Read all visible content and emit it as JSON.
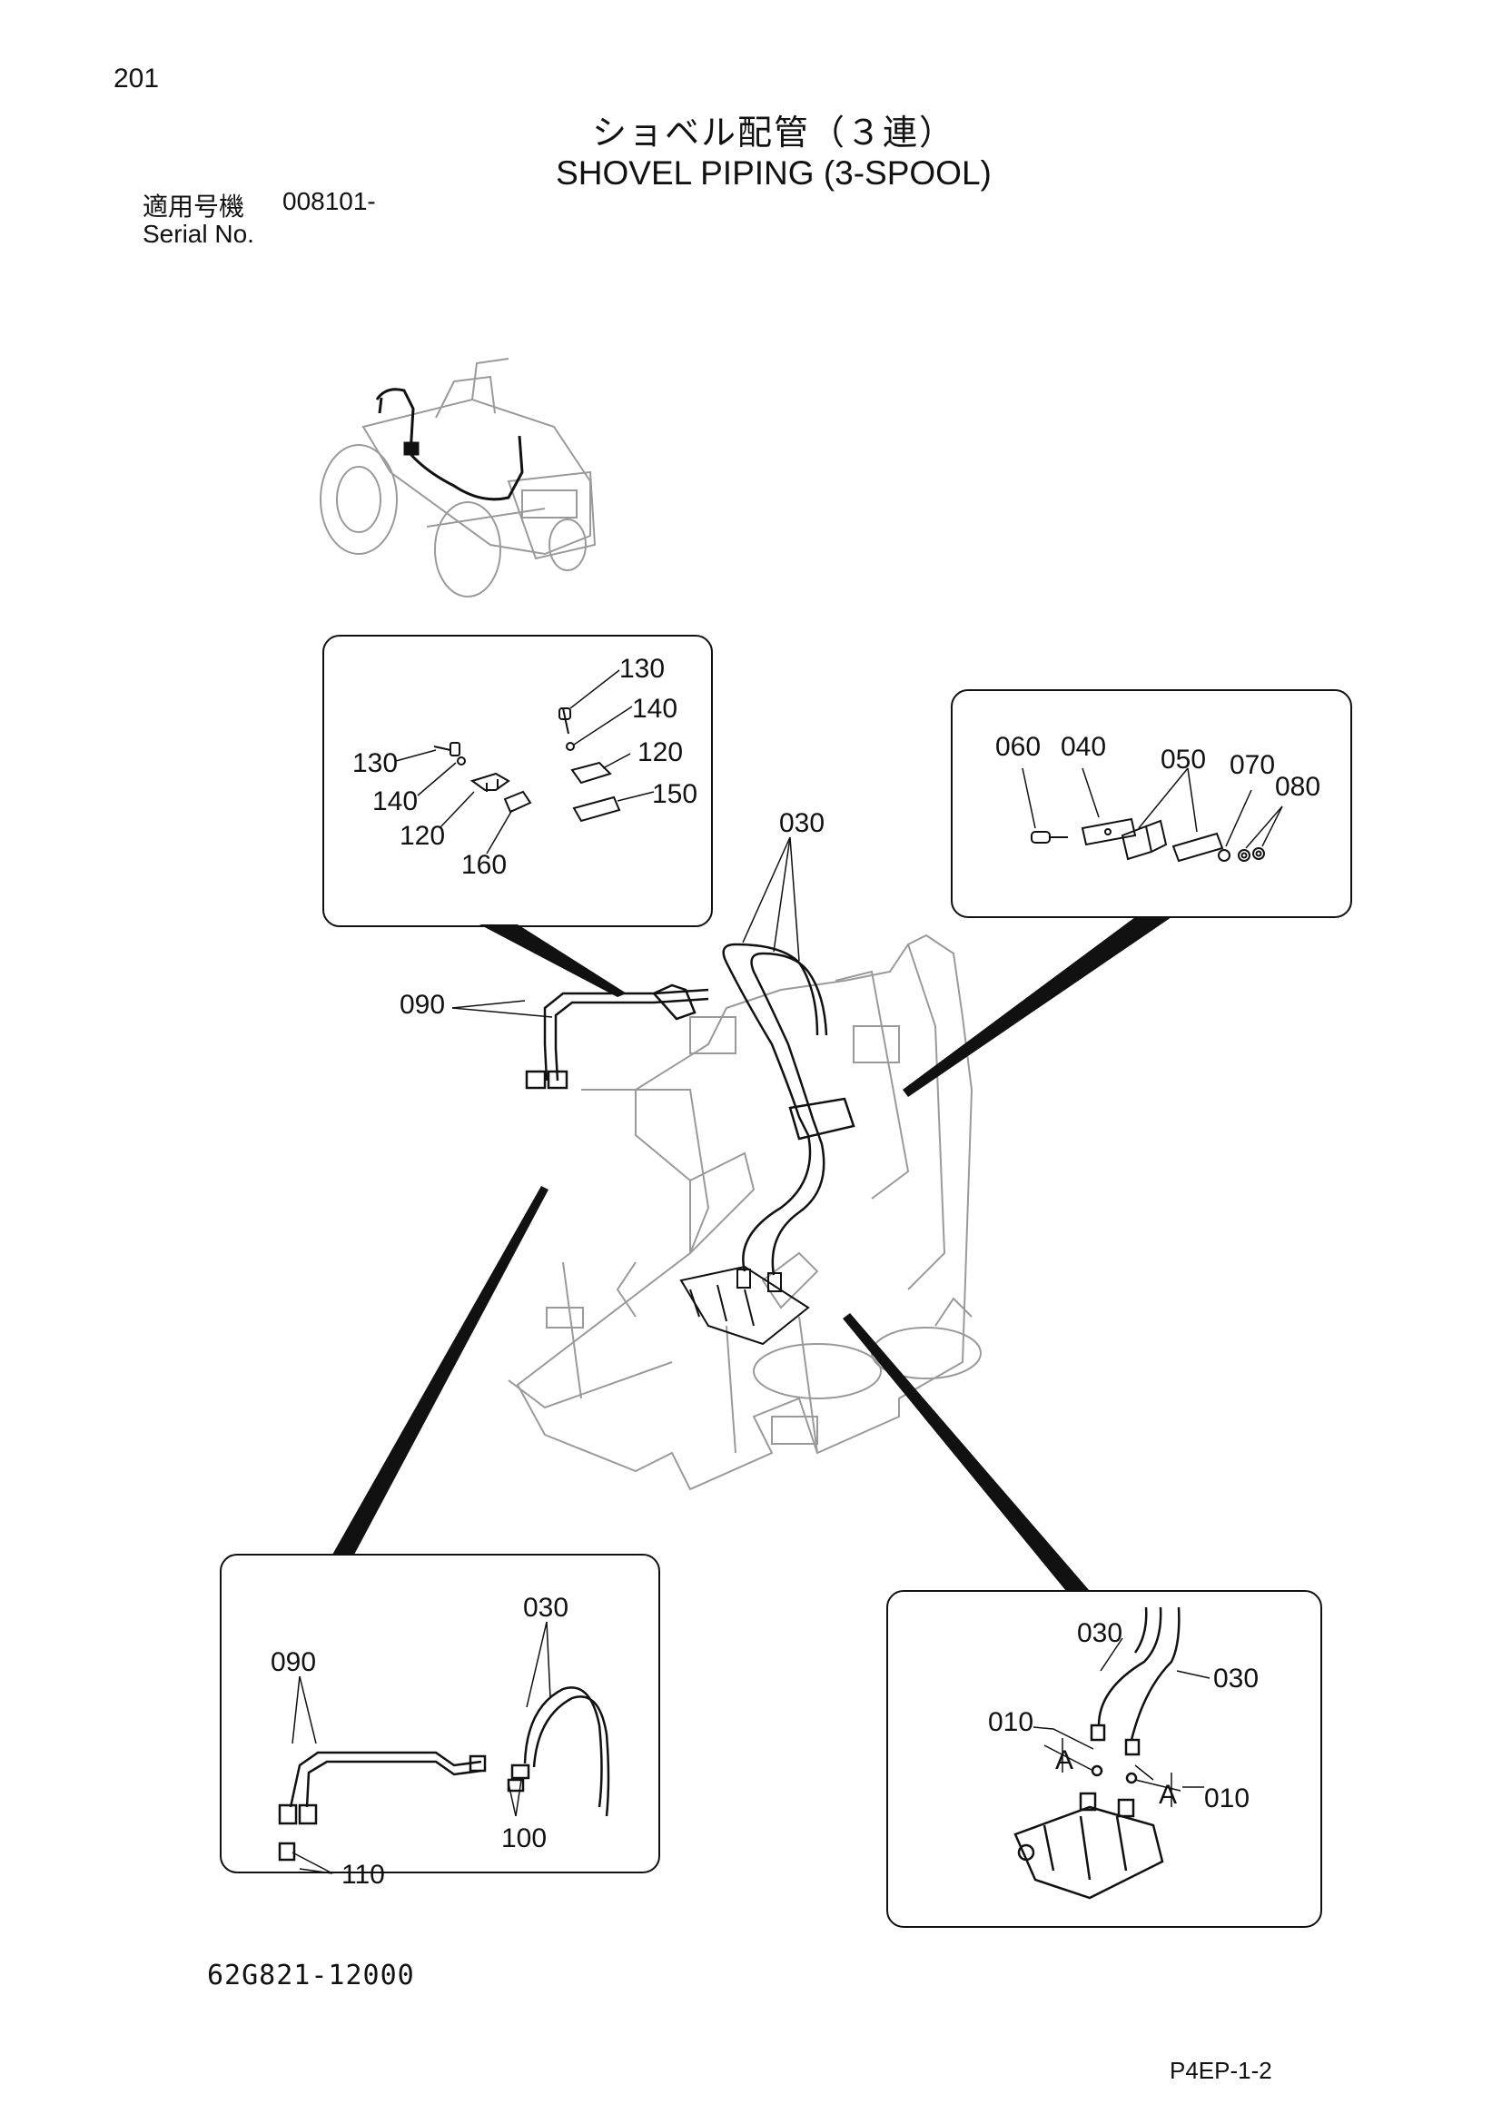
{
  "header": {
    "page_number": "201",
    "title_jp": "ショベル配管（３連）",
    "title_en": "SHOVEL PIPING (3-SPOOL)",
    "serial_label_jp": "適用号機",
    "serial_value": "008101-",
    "serial_label_en": "Serial No."
  },
  "footer": {
    "drawing_number": "62G821-12000",
    "page_code": "P4EP-1-2"
  },
  "callouts": {
    "clamp_detail": [
      "130",
      "140",
      "120",
      "160",
      "130",
      "140",
      "120",
      "150"
    ],
    "plate_detail": [
      "060",
      "040",
      "050",
      "070",
      "080"
    ],
    "main": [
      "030",
      "090"
    ],
    "pipe_detail": [
      "090",
      "030",
      "100",
      "110"
    ],
    "valve_detail": [
      "030",
      "030",
      "010",
      "A",
      "A",
      "010"
    ]
  },
  "colors": {
    "line": "#111111",
    "faint": "#9a9a9a",
    "background": "#ffffff"
  }
}
